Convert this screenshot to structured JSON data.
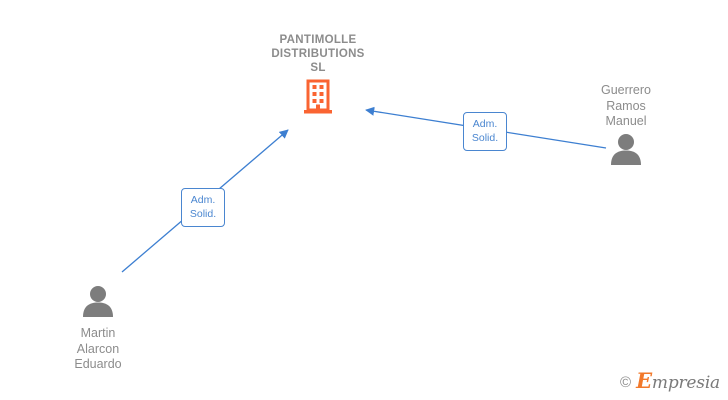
{
  "diagram": {
    "background_color": "#ffffff",
    "accent_company_color": "#fa6432",
    "accent_relation_color": "#4a86d0",
    "node_text_color": "#8c8c8c",
    "company": {
      "icon": "office-building-icon",
      "title": "PANTIMOLLE\nDISTRIBUTIONS\nSL"
    },
    "people": [
      {
        "icon": "person-avatar-icon",
        "name": "Guerrero\nRamos\nManuel",
        "position": "top-right"
      },
      {
        "icon": "person-avatar-icon",
        "name": "Martin\nAlarcon\nEduardo",
        "position": "bottom-left"
      }
    ],
    "relations": [
      {
        "label": "Adm.\nSolid.",
        "from": "Guerrero Ramos Manuel",
        "to": "PANTIMOLLE DISTRIBUTIONS SL"
      },
      {
        "label": "Adm.\nSolid.",
        "from": "Martin Alarcon Eduardo",
        "to": "PANTIMOLLE DISTRIBUTIONS SL"
      }
    ]
  },
  "watermark": {
    "copyright_symbol": "©",
    "brand_initial": "E",
    "brand_rest": "mpresia"
  }
}
